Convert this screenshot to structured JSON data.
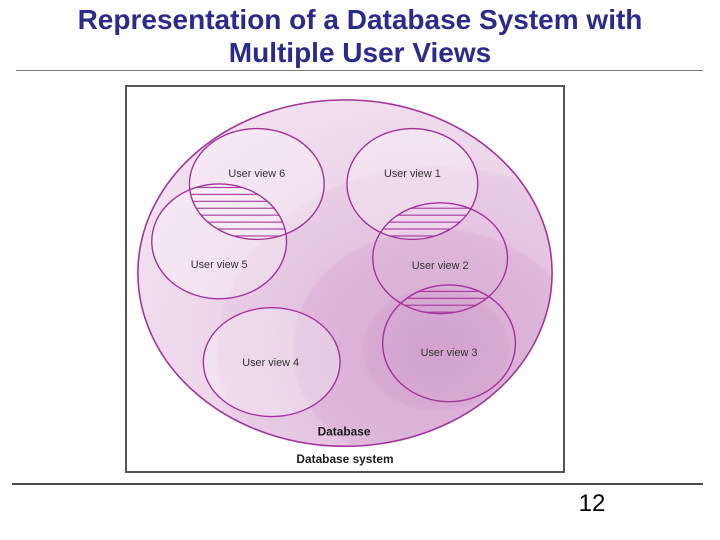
{
  "title": {
    "line1": "Representation of a Database System with",
    "line2": "Multiple User Views"
  },
  "footer": {
    "page_number": "12"
  },
  "colors": {
    "title": "#2B2B8C",
    "stroke": "#A13399",
    "hatch": "#A13399",
    "label": "#333333",
    "dark-label": "#1A1A1A",
    "divider": "#777777",
    "divider-dark": "#4A4A4A",
    "box-border": "#555555",
    "fill-center": "#D3A2CF",
    "fill-mid": "#E5C4E1",
    "fill-edge": "#F5E8F4",
    "page-number": "#000000"
  },
  "diagram": {
    "views": [
      {
        "label": "User view 1"
      },
      {
        "label": "User view 2"
      },
      {
        "label": "User view 3"
      },
      {
        "label": "User view 4"
      },
      {
        "label": "User view 5"
      },
      {
        "label": "User view 6"
      }
    ],
    "database_label": "Database",
    "database_system_label": "Database system"
  }
}
